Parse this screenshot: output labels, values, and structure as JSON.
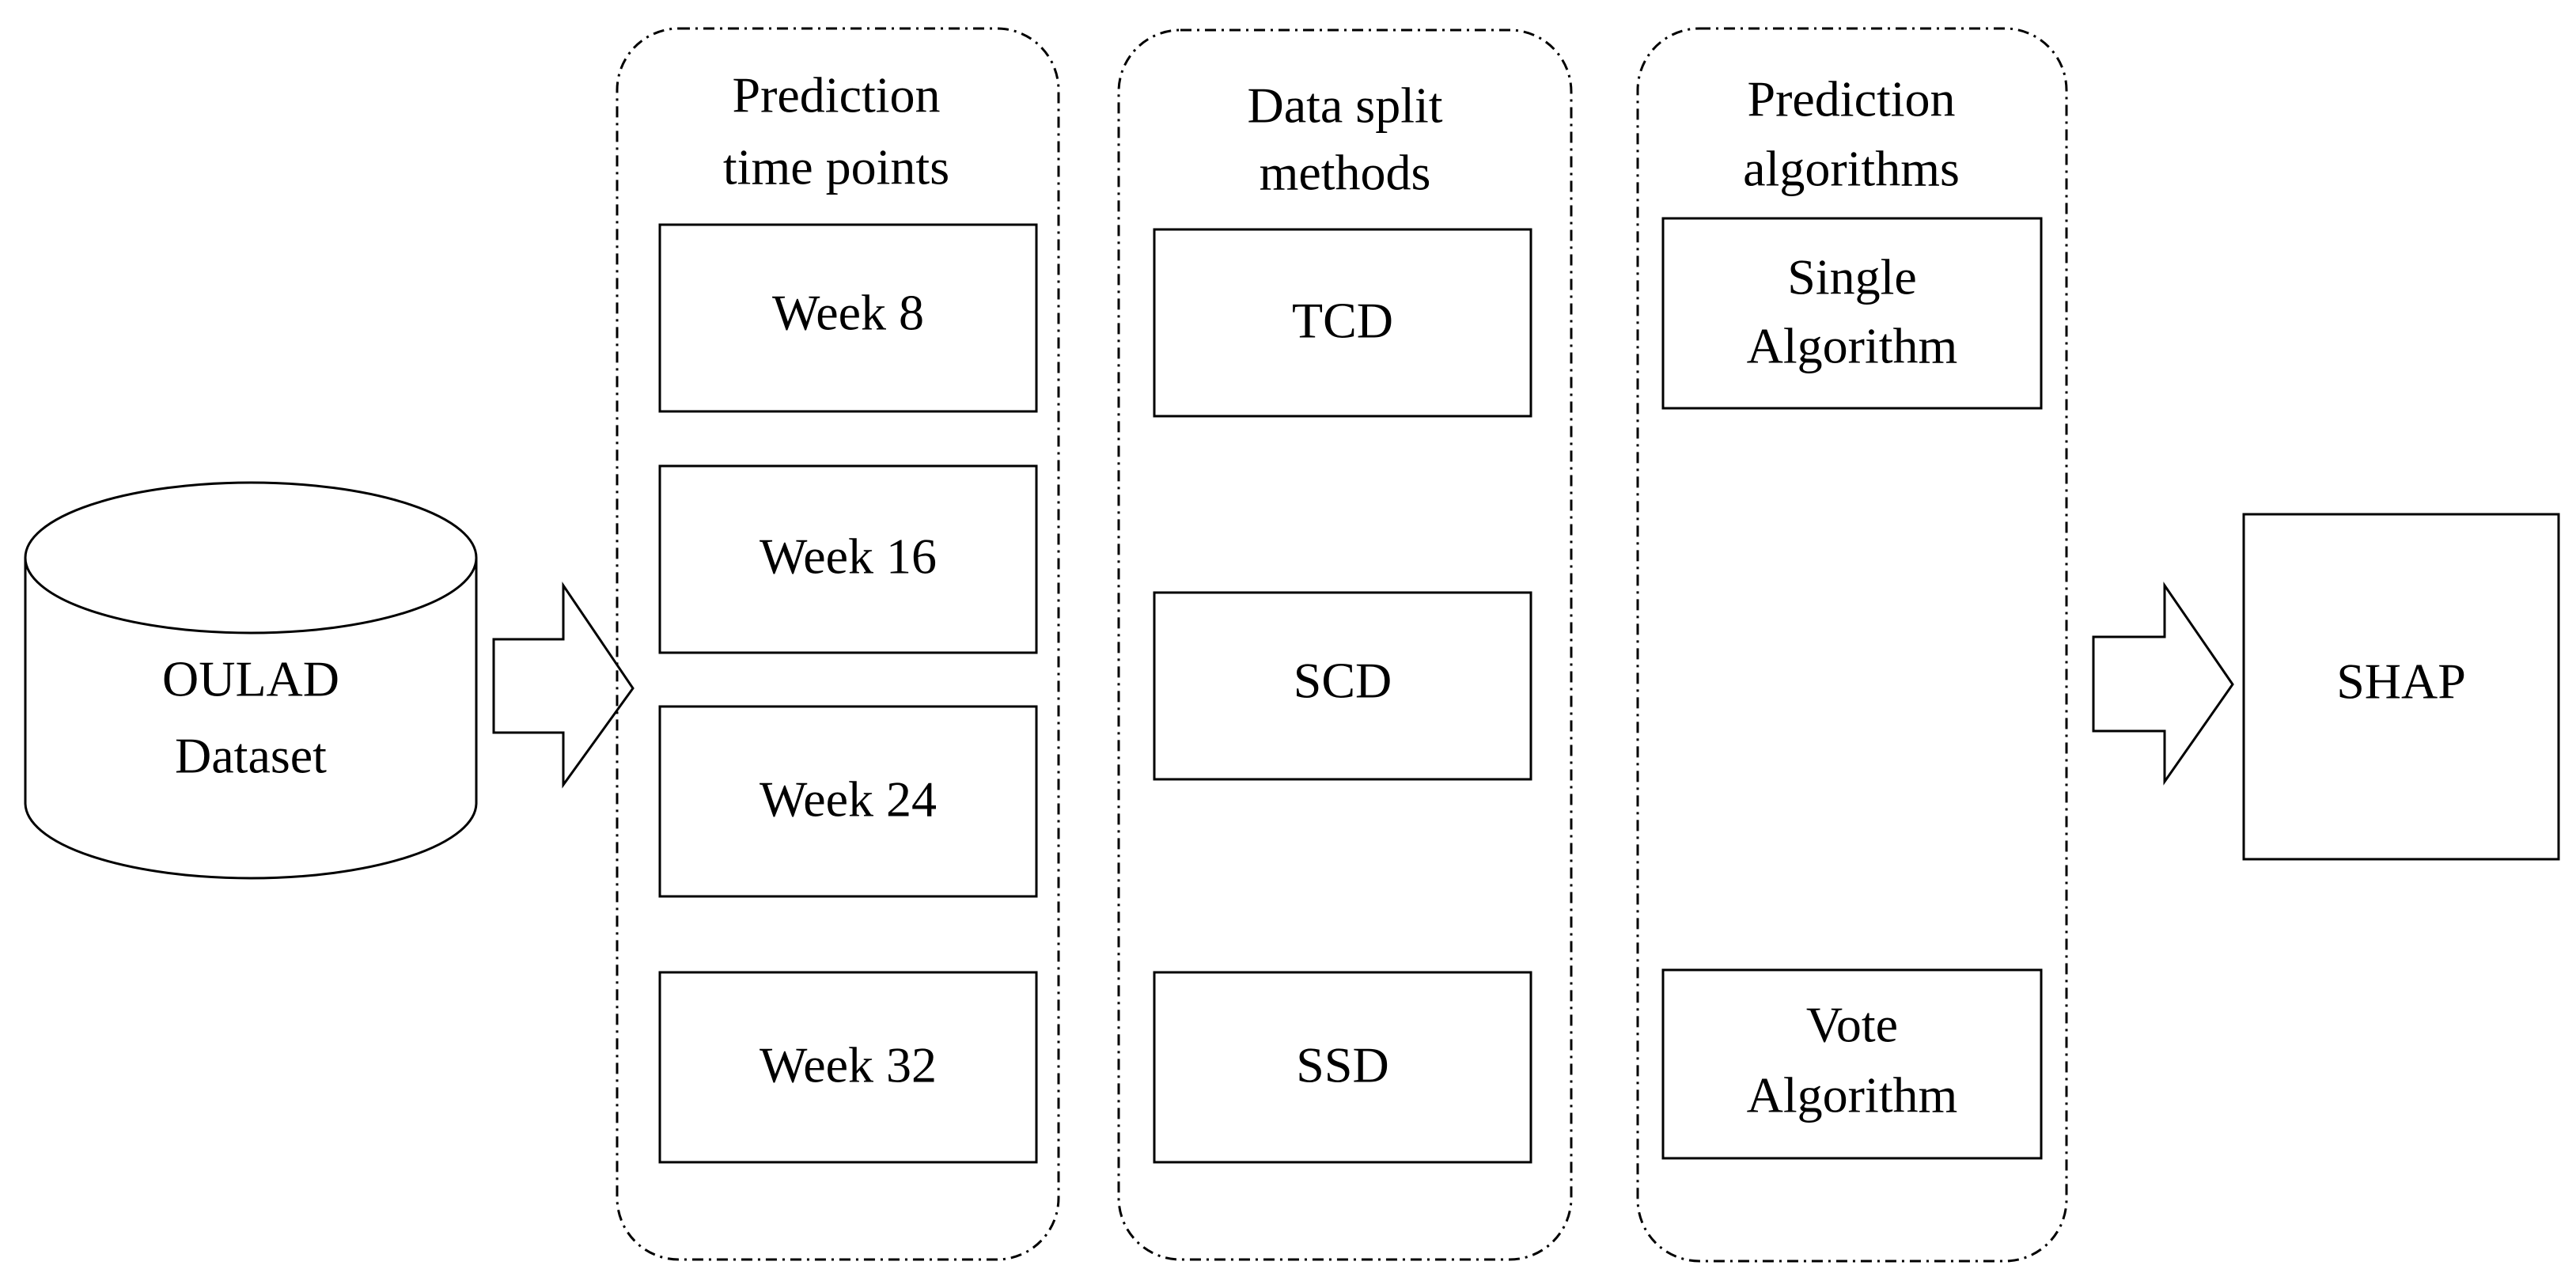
{
  "dataset": {
    "line1": "OULAD",
    "line2": "Dataset"
  },
  "groups": {
    "time_points": {
      "title_line1": "Prediction",
      "title_line2": "time points",
      "items": [
        "Week 8",
        "Week 16",
        "Week 24",
        "Week 32"
      ]
    },
    "split_methods": {
      "title_line1": "Data split",
      "title_line2": "methods",
      "items": [
        "TCD",
        "SCD",
        "SSD"
      ]
    },
    "algorithms": {
      "title_line1": "Prediction",
      "title_line2": "algorithms",
      "items": [
        {
          "line1": "Single",
          "line2": "Algorithm"
        },
        {
          "line1": "Vote",
          "line2": "Algorithm"
        }
      ]
    }
  },
  "output": {
    "label": "SHAP"
  },
  "colors": {
    "stroke": "#000000",
    "fill": "#ffffff"
  }
}
